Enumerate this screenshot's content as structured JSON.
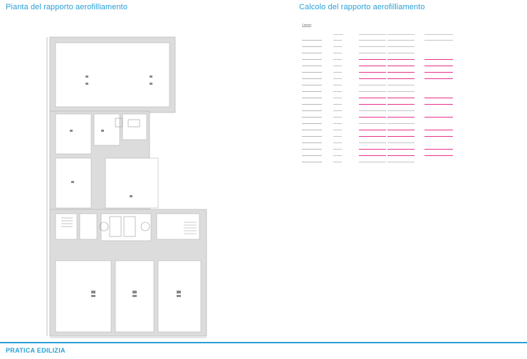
{
  "titles": {
    "left": "Pianta del rapporto aerofilliamento",
    "right": "Calcolo del rapporto aerofilliamento"
  },
  "table": {
    "header": "Calcolo",
    "rows": [
      {
        "marks": [
          "grey",
          "grey",
          "grey"
        ]
      },
      {
        "marks": [
          "grey",
          "grey",
          ""
        ]
      },
      {
        "marks": [
          "grey",
          "grey",
          ""
        ]
      },
      {
        "marks": [
          "pink",
          "pink",
          "pink"
        ]
      },
      {
        "marks": [
          "pink",
          "pink",
          "pink"
        ]
      },
      {
        "marks": [
          "pink",
          "pink",
          "pink"
        ]
      },
      {
        "marks": [
          "pink",
          "pink",
          "pink"
        ]
      },
      {
        "marks": [
          "grey",
          "grey",
          ""
        ]
      },
      {
        "marks": [
          "grey",
          "grey",
          ""
        ]
      },
      {
        "marks": [
          "pink",
          "pink",
          "pink"
        ]
      },
      {
        "marks": [
          "pink",
          "pink",
          "pink"
        ]
      },
      {
        "marks": [
          "grey",
          "grey",
          ""
        ]
      },
      {
        "marks": [
          "pink",
          "pink",
          "pink"
        ]
      },
      {
        "marks": [
          "grey",
          "grey",
          ""
        ]
      },
      {
        "marks": [
          "pink",
          "pink",
          "pink"
        ]
      },
      {
        "marks": [
          "pink",
          "pink",
          "pink"
        ]
      },
      {
        "marks": [
          "grey",
          "grey",
          ""
        ]
      },
      {
        "marks": [
          "pink",
          "pink",
          "pink"
        ]
      },
      {
        "marks": [
          "pink",
          "pink",
          "pink"
        ]
      },
      {
        "marks": [
          "grey",
          "grey",
          ""
        ]
      }
    ]
  },
  "footer": {
    "text": "PRATICA EDILIZIA"
  },
  "colors": {
    "accent": "#2a9fd6",
    "highlight": "#e8308a"
  }
}
